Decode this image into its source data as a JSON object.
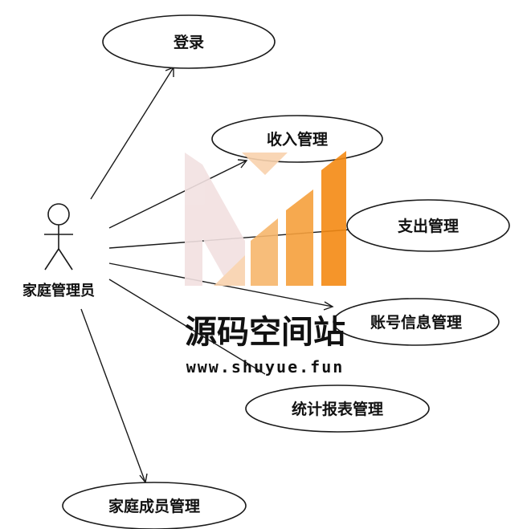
{
  "actor": {
    "label": "家庭管理员"
  },
  "use_cases": {
    "login": "登录",
    "income": "收入管理",
    "expense": "支出管理",
    "account": "账号信息管理",
    "report": "统计报表管理",
    "member": "家庭成员管理"
  },
  "watermark": {
    "title": "源码空间站",
    "url": "www.shuyue.fun"
  },
  "colors": {
    "logo_pink": "#f2e1e1",
    "logo_peach": "#f9d2ad",
    "logo_orange_light": "#f7b66c",
    "logo_orange": "#f6a03c",
    "logo_orange_dark": "#f48a14"
  }
}
